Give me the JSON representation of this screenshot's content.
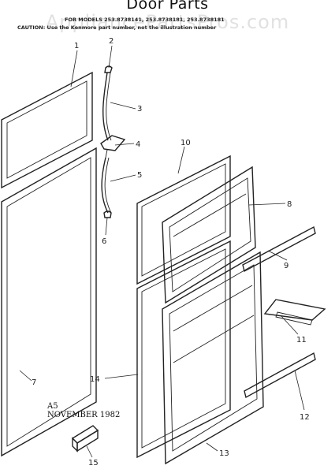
{
  "header": {
    "title": "Door Parts",
    "models_line": "FOR MODELS 253.8738141, 253.8738181, 253.8738181",
    "caution_line": "CAUTION: Use the Kenmore part number, not the illustration number"
  },
  "watermark": "AppliancePartsPros.com",
  "note": {
    "code": "A5",
    "date": "NOVEMBER 1982"
  },
  "callouts": [
    "1",
    "2",
    "3",
    "4",
    "5",
    "6",
    "7",
    "8",
    "9",
    "10",
    "11",
    "12",
    "13",
    "14",
    "15"
  ]
}
